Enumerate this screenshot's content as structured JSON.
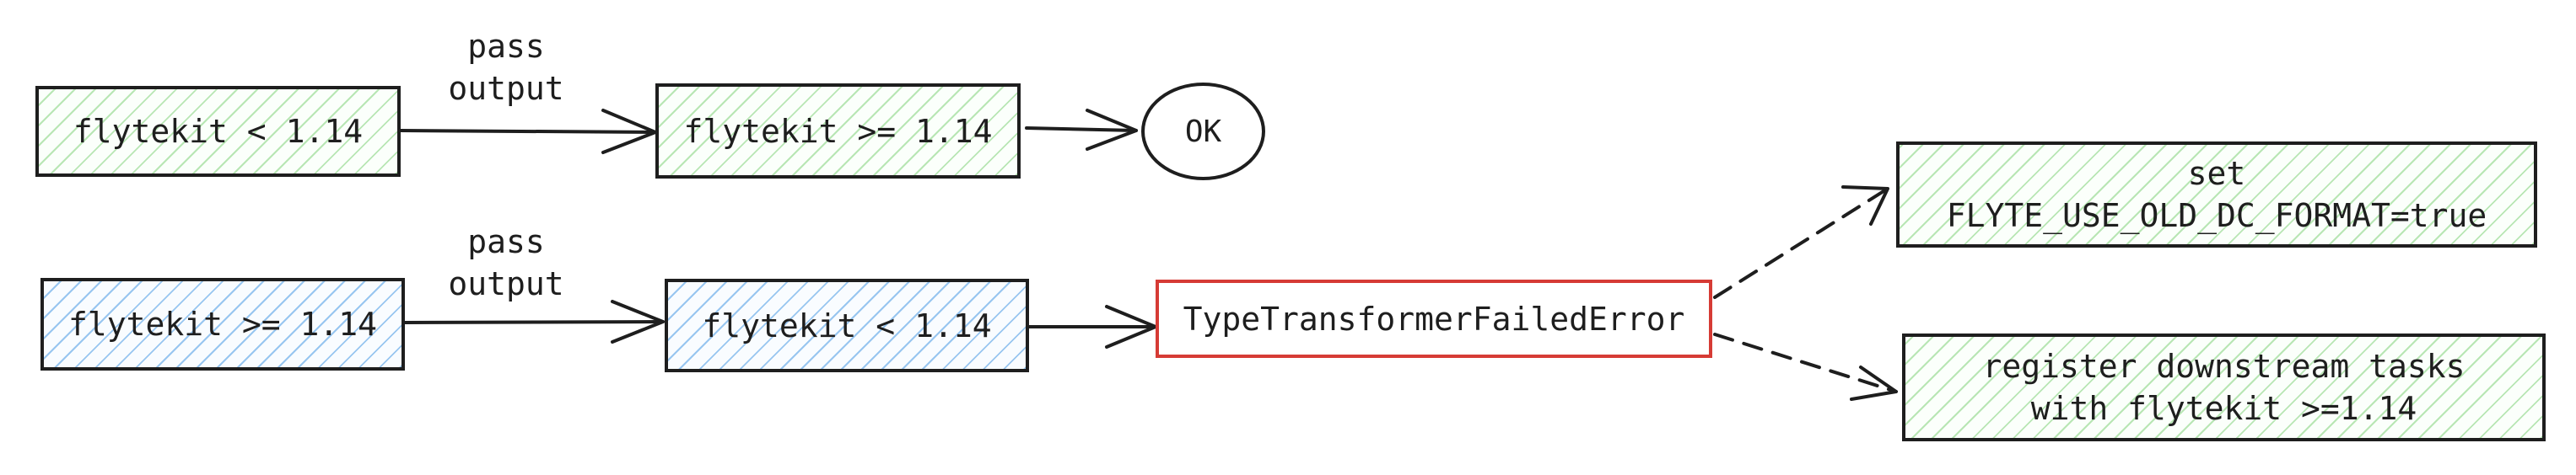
{
  "diagram": {
    "row1": {
      "source": "flytekit < 1.14",
      "edge_label": [
        "pass",
        "output"
      ],
      "target": "flytekit >= 1.14",
      "result": "OK"
    },
    "row2": {
      "source": "flytekit >= 1.14",
      "edge_label": [
        "pass",
        "output"
      ],
      "target": "flytekit < 1.14",
      "error": "TypeTransformerFailedError"
    },
    "fixes": [
      {
        "lines": [
          "set",
          "FLYTE_USE_OLD_DC_FORMAT=true"
        ]
      },
      {
        "lines": [
          "register downstream tasks",
          "with flytekit >=1.14"
        ]
      }
    ]
  },
  "colors": {
    "stroke": "#1e1e1e",
    "error_stroke": "#d63b35",
    "green_hatch": "#a2de9c",
    "blue_hatch": "#80b8ec"
  }
}
